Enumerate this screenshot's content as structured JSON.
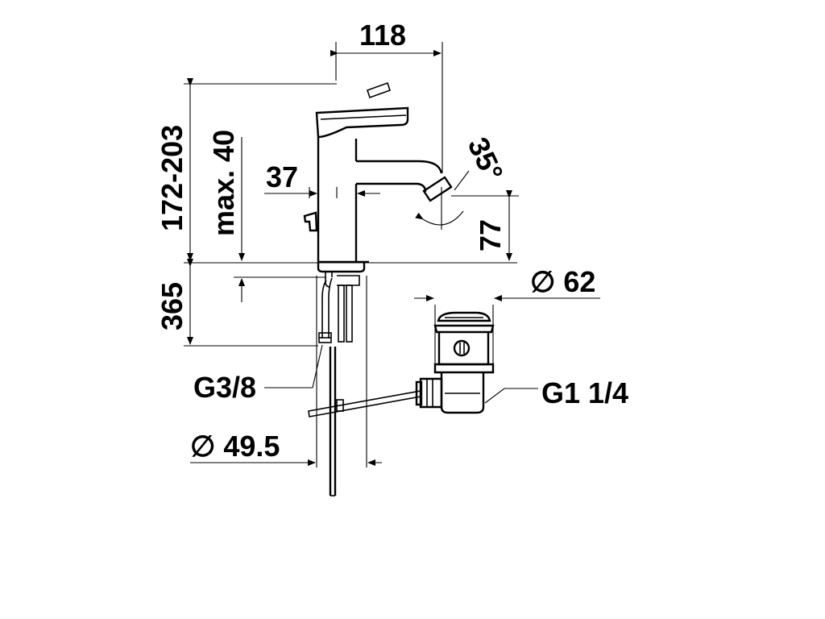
{
  "dimensions": {
    "top_reach": "118",
    "height_range": "172-203",
    "max_pop_up": "max. 40",
    "lever_offset": "37",
    "angle": "35°",
    "spout_height": "77",
    "drain_diameter": "∅ 62",
    "under_counter": "365",
    "supply_thread": "G3/8",
    "drain_thread": "G1 1/4",
    "hole_diameter": "∅ 49.5"
  }
}
